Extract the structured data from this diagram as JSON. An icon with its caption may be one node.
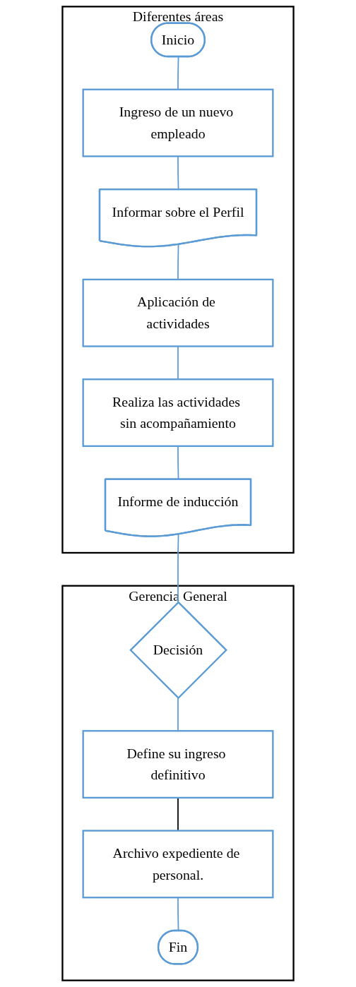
{
  "diagram": {
    "nodes": [
      {
        "text": [
          "Diferentes áreas"
        ]
      },
      {
        "text": [
          "Inicio"
        ],
        "in": 0
      },
      {
        "text": [
          "Ingreso de un nuevo empleado"
        ],
        "in": 0
      },
      {
        "text": [
          "Informar sobre el Perfil"
        ],
        "in": 0
      },
      {
        "text": [
          "Aplicación de actividades"
        ],
        "in": 0
      },
      {
        "text": [
          "Realiza las actividades sin acompañamiento"
        ],
        "in": 0
      },
      {
        "text": [
          "Informe de inducción"
        ],
        "in": 0
      },
      {
        "text": [
          "Gerencia General"
        ]
      },
      {
        "text": [
          "Decisión"
        ],
        "in": 7
      },
      {
        "text": [
          "Define su ingreso definitivo"
        ],
        "in": 7
      },
      {
        "text": [
          "Archivo expediente de personal."
        ],
        "in": 7
      },
      {
        "text": [
          "Fin"
        ],
        "in": 7
      }
    ],
    "edges": [
      {
        "from": 1,
        "to": 2,
        "arrow": "none"
      },
      {
        "from": 2,
        "to": 3,
        "arrow": "none"
      },
      {
        "from": 3,
        "to": 4,
        "arrow": "none"
      },
      {
        "from": 4,
        "to": 5,
        "arrow": "none"
      },
      {
        "from": 5,
        "to": 6,
        "arrow": "none"
      },
      {
        "from": 6,
        "to": 8,
        "arrow": "none"
      },
      {
        "from": 8,
        "to": 9,
        "arrow": "none"
      },
      {
        "from": 9,
        "to": 10,
        "arrow": "none",
        "color": "#000000"
      },
      {
        "from": 10,
        "to": 11,
        "arrow": "none"
      }
    ]
  }
}
